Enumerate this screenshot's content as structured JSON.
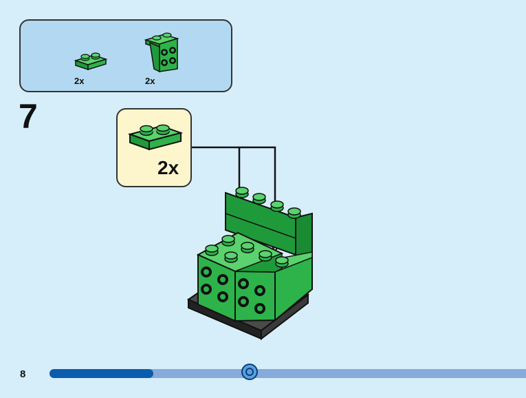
{
  "step": {
    "number": "7"
  },
  "parts_list": [
    {
      "icon": "plate-1x2-green-icon",
      "quantity": "2x"
    },
    {
      "icon": "bracket-1x2-2x2-green-icon",
      "quantity": "2x"
    }
  ],
  "callout": {
    "icon": "plate-1x2-green-icon",
    "quantity": "2x"
  },
  "page": {
    "number": "8"
  },
  "progress": {
    "fraction": 0.2
  },
  "colors": {
    "background": "#d6eefa",
    "parts_box": "#b3d9f2",
    "callout": "#fdf6cc",
    "brick_green": "#2db34a",
    "progress_fill": "#0b5cad",
    "progress_track": "#86aad9"
  }
}
